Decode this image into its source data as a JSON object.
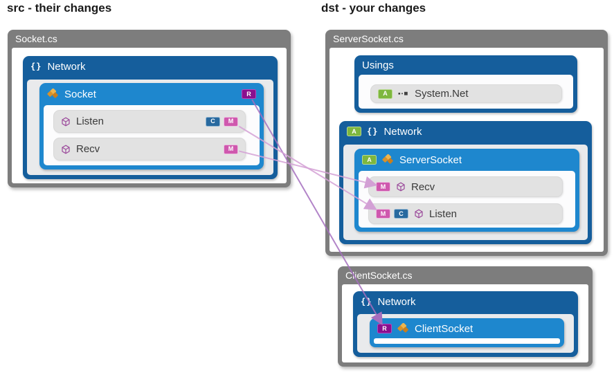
{
  "src": {
    "heading": "src - their changes",
    "file_name": "Socket.cs",
    "namespace_label": "Network",
    "class_label": "Socket",
    "class_badge": "R",
    "members": {
      "listen": {
        "label": "Listen",
        "badge_c": "C",
        "badge_m": "M"
      },
      "recv": {
        "label": "Recv",
        "badge_m": "M"
      }
    }
  },
  "dst": {
    "heading": "dst - your changes",
    "server_file": {
      "file_name": "ServerSocket.cs",
      "usings_label": "Usings",
      "using_system_net": {
        "label": "System.Net",
        "badge_a": "A"
      },
      "namespace_label": "Network",
      "namespace_badge": "A",
      "class_label": "ServerSocket",
      "class_badge": "A",
      "members": {
        "recv": {
          "label": "Recv",
          "badge_m": "M"
        },
        "listen": {
          "label": "Listen",
          "badge_m": "M",
          "badge_c": "C"
        }
      }
    },
    "client_file": {
      "file_name": "ClientSocket.cs",
      "namespace_label": "Network",
      "class_label": "ClientSocket",
      "class_badge": "R"
    }
  },
  "icons": {
    "namespace": "{}",
    "class": "class-cube-icon",
    "method": "method-cube-icon",
    "using": "using-directive-icon"
  },
  "colors": {
    "frame_gray": "#7d7d7d",
    "deep_blue": "#155e9c",
    "bright_blue": "#1e87ce",
    "panel_gray": "#e9eaec",
    "row_gray": "#e2e2e2",
    "badge_a": "#7eb73e",
    "badge_m": "#cf58ae",
    "badge_c": "#28699f",
    "badge_r": "#8a0f8e",
    "line_pink": "#d3a0d5",
    "line_purple": "#a56ebe"
  },
  "connections": [
    {
      "from": "src-socket-badge-r",
      "to": "dst-clientsocket-badge-r",
      "color_key": "line_purple"
    },
    {
      "from": "src-listen-badge-m",
      "to": "dst-listen-badge-m",
      "color_key": "line_pink"
    },
    {
      "from": "src-recv-badge-m",
      "to": "dst-recv-badge-m",
      "color_key": "line_pink"
    }
  ]
}
